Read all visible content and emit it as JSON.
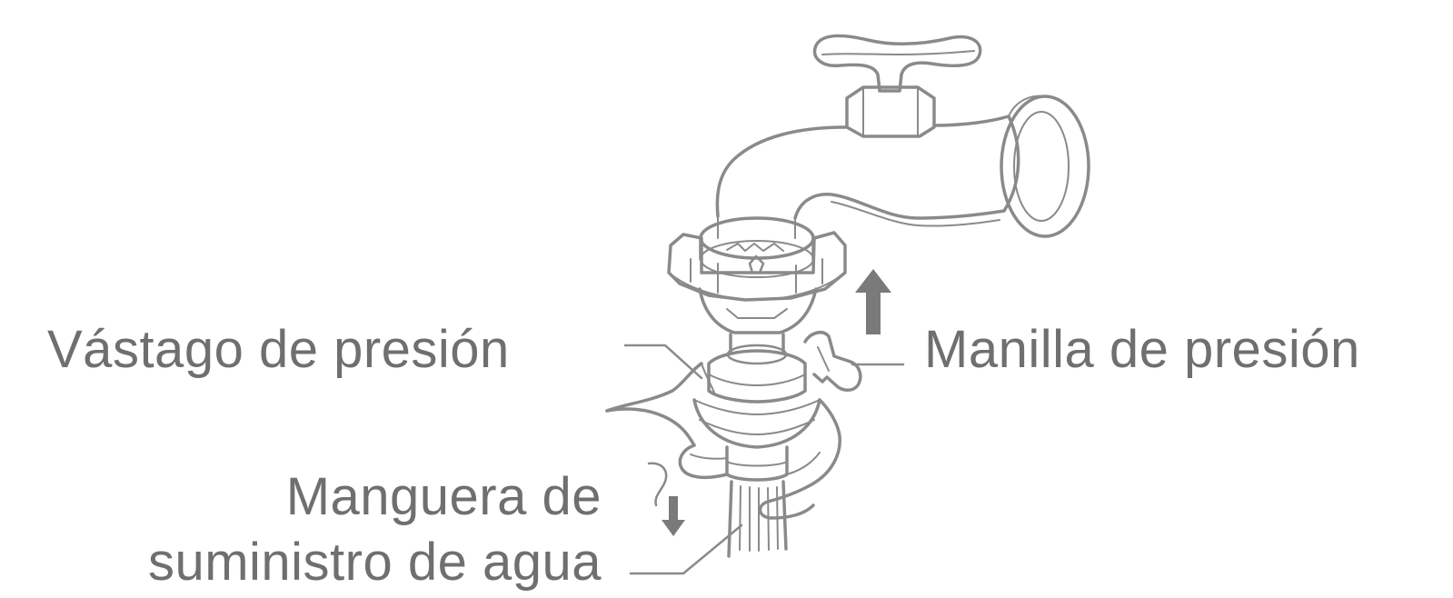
{
  "labels": {
    "pressure_stem": "Vástago de presión",
    "pressure_handle": "Manilla de presión",
    "supply_hose_line1": "Manguera de",
    "supply_hose_line2": "suministro de agua"
  },
  "icons": {
    "faucet": "faucet-icon",
    "connector": "quick-connector-icon",
    "hand": "hand-icon",
    "hose": "hose-icon",
    "arrow_up": "arrow-up-icon",
    "arrow_down": "arrow-down-icon"
  },
  "colors": {
    "line": "#8a8a8a",
    "text": "#6f6f6f",
    "arrow": "#7a7a7a"
  }
}
